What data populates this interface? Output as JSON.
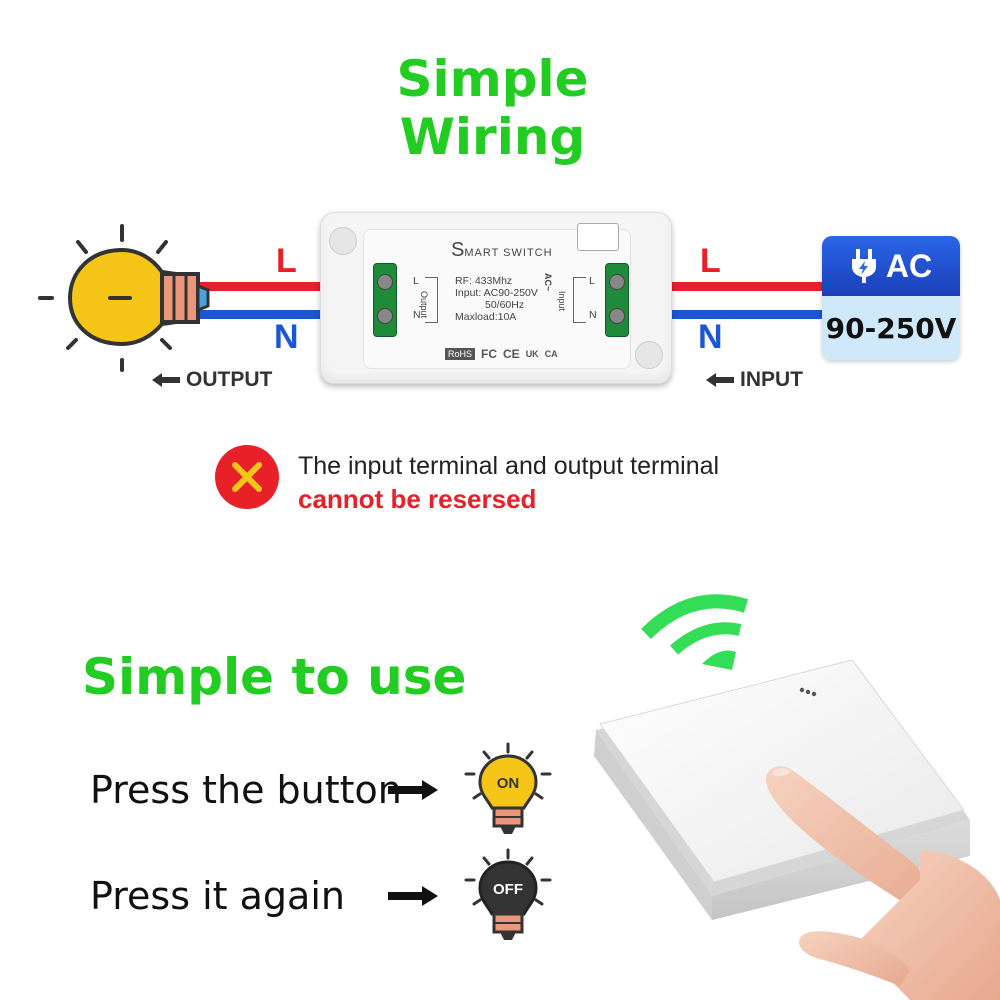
{
  "headings": {
    "wiring_line1": "Simple",
    "wiring_line2": "Wiring",
    "use": "Simple to use"
  },
  "wires": {
    "left_L": "L",
    "left_N": "N",
    "right_L": "L",
    "right_N": "N",
    "output": "OUTPUT",
    "input": "INPUT"
  },
  "device": {
    "brand_initial": "S",
    "brand_rest": "MART SWITCH",
    "spec_rf": "RF: 433Mhz",
    "spec_input": "Input: AC90-250V",
    "spec_freq": "50/60Hz",
    "spec_load": "Maxload:10A",
    "term_left_L": "L",
    "term_left_N": "N",
    "term_left_name": "Output",
    "term_right_L": "L",
    "term_right_N": "N",
    "term_right_name": "Input",
    "term_right_ac": "AC~",
    "cert_rohs": "RoHS",
    "cert_fc": "FC",
    "cert_ce": "CE",
    "cert_uk": "UK",
    "cert_ca": "CA"
  },
  "power": {
    "type": "AC",
    "range": "90-250V"
  },
  "warning": {
    "line1": "The input terminal and output terminal",
    "line2": "cannot be resersed"
  },
  "usage": {
    "step1": "Press the button",
    "step1_state": "ON",
    "step2": "Press it again",
    "step2_state": "OFF"
  },
  "colors": {
    "green": "#22cc22",
    "live_wire": "#e8202a",
    "neutral_wire": "#1a56d6",
    "warning_red": "#e8202a",
    "bulb_yellow": "#f5c518"
  }
}
